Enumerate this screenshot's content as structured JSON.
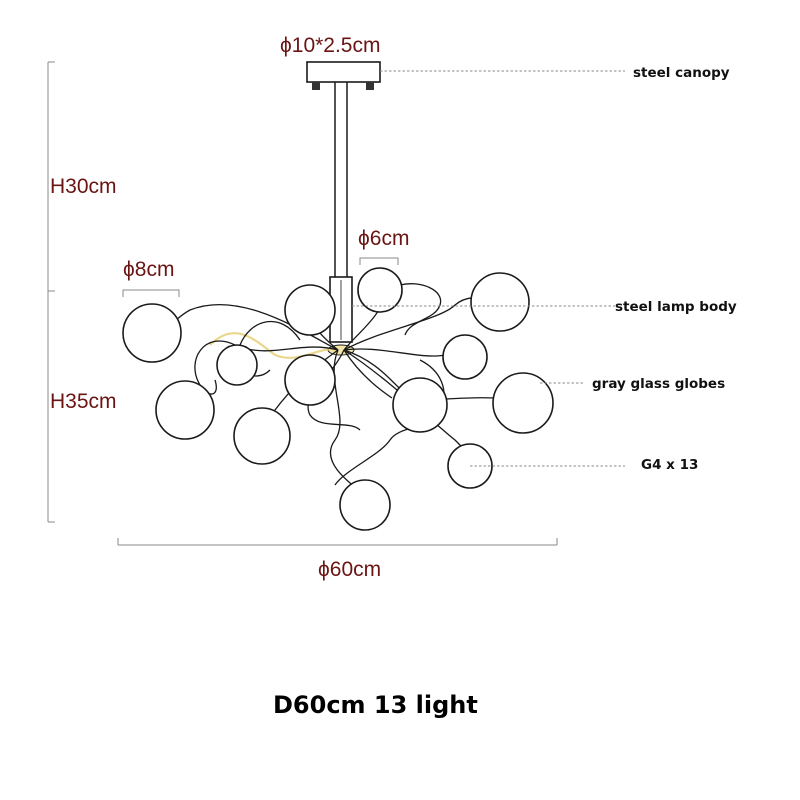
{
  "dimensions": {
    "canopy": "ϕ10*2.5cm",
    "upper_height": "H30cm",
    "lower_height": "H35cm",
    "small_globe": "ϕ6cm",
    "large_globe": "ϕ8cm",
    "overall_diameter": "ϕ60cm"
  },
  "callouts": {
    "canopy": "steel canopy",
    "body": "steel lamp body",
    "globes": "gray glass globes",
    "bulbs": "G4 x 13"
  },
  "caption": "D60cm 13 light"
}
